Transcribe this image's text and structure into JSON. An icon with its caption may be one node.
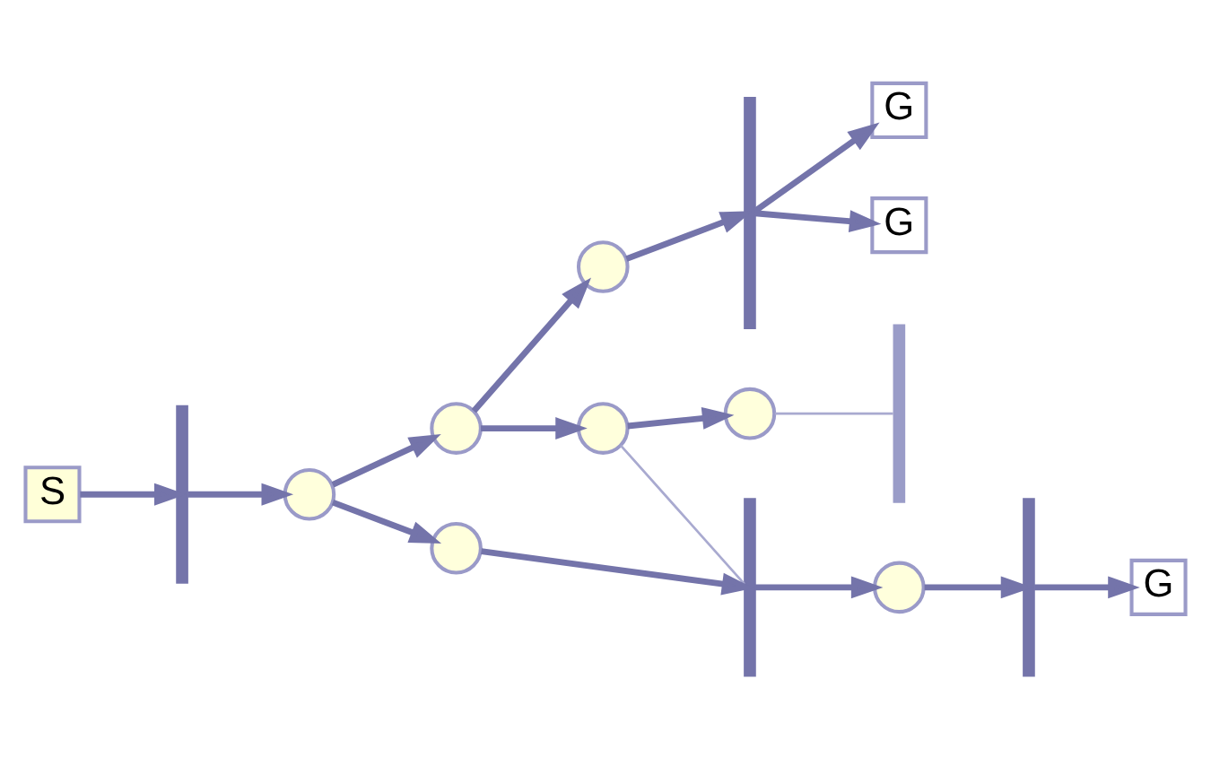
{
  "diagram": {
    "nodes": [
      {
        "text": [
          "G"
        ]
      },
      {
        "text": [
          "G"
        ]
      },
      {
        "text": [],
        "shape": "bar"
      },
      {
        "text": [],
        "shape": "bar"
      },
      {
        "text": [],
        "shape": "circle"
      },
      {
        "text": [],
        "shape": "circle"
      },
      {
        "text": [],
        "shape": "circle"
      },
      {
        "text": [],
        "shape": "circle"
      },
      {
        "text": [
          "S"
        ]
      },
      {
        "text": [],
        "shape": "bar"
      },
      {
        "text": [],
        "shape": "circle"
      },
      {
        "text": [],
        "shape": "bar"
      },
      {
        "text": [],
        "shape": "circle"
      },
      {
        "text": [],
        "shape": "circle"
      },
      {
        "text": [],
        "shape": "bar"
      },
      {
        "text": [
          "G"
        ]
      }
    ],
    "edges": [
      {
        "from": 8,
        "to": 9,
        "arrow": "to"
      },
      {
        "from": 9,
        "to": 10,
        "arrow": "to"
      },
      {
        "from": 10,
        "to": 6,
        "arrow": "to"
      },
      {
        "from": 10,
        "to": 12,
        "arrow": "to"
      },
      {
        "from": 6,
        "to": 4,
        "arrow": "to"
      },
      {
        "from": 4,
        "to": 2,
        "arrow": "to"
      },
      {
        "from": 2,
        "to": 0,
        "arrow": "to"
      },
      {
        "from": 2,
        "to": 1,
        "arrow": "to"
      },
      {
        "from": 6,
        "to": 7,
        "arrow": "to"
      },
      {
        "from": 7,
        "to": 5,
        "arrow": "to"
      },
      {
        "from": 5,
        "to": 3,
        "arrow": "none",
        "color": "#a9aad0"
      },
      {
        "from": 7,
        "to": 11,
        "arrow": "none",
        "color": "#a9aad0"
      },
      {
        "from": 12,
        "to": 11,
        "arrow": "to"
      },
      {
        "from": 11,
        "to": 13,
        "arrow": "to"
      },
      {
        "from": 13,
        "to": 14,
        "arrow": "to"
      },
      {
        "from": 14,
        "to": 15,
        "arrow": "to"
      }
    ]
  }
}
